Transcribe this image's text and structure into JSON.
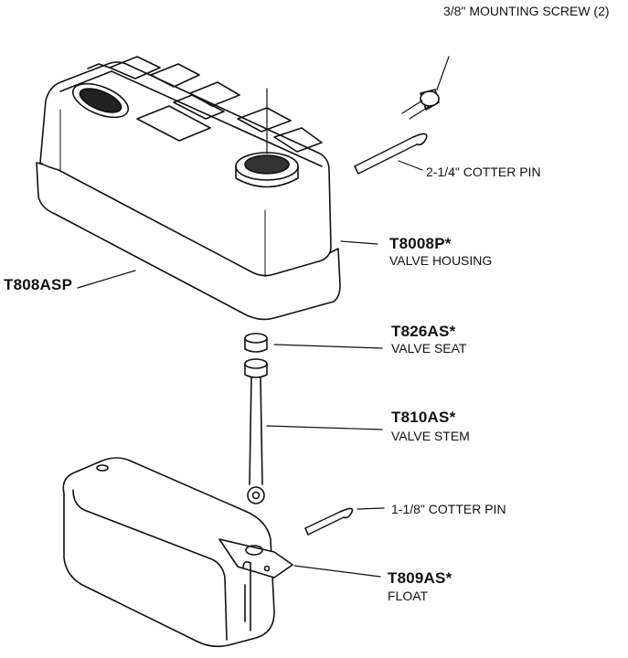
{
  "labels": {
    "mounting_screw": "3/8\" MOUNTING SCREW (2)",
    "cotter_pin_long": "2-1/4\" COTTER PIN",
    "cotter_pin_short": "1-1/8\" COTTER PIN",
    "assembly_part": "T808ASP",
    "housing_part": "T8008P*",
    "housing_desc": "VALVE HOUSING",
    "seat_part": "T826AS*",
    "seat_desc": "VALVE SEAT",
    "stem_part": "T810AS*",
    "stem_desc": "VALVE STEM",
    "float_part": "T809AS*",
    "float_desc": "FLOAT"
  }
}
